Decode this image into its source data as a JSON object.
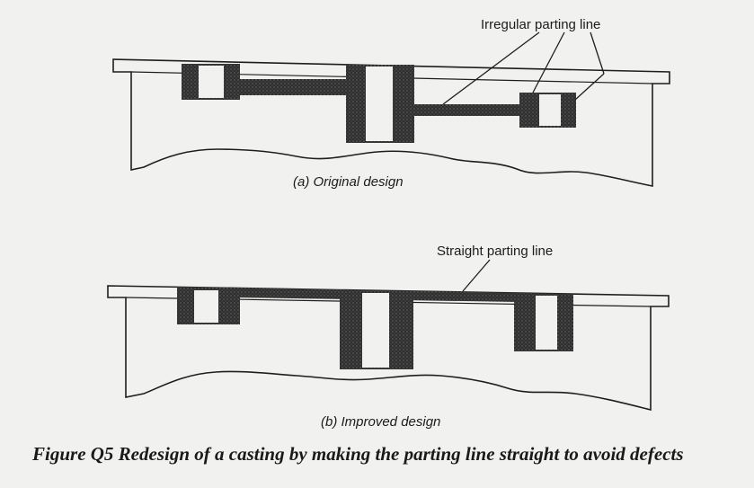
{
  "top_diagram": {
    "callout": "Irregular parting line",
    "caption": "(a) Original design"
  },
  "bottom_diagram": {
    "callout": "Straight parting line",
    "caption": "(b) Improved design"
  },
  "figure_caption": "Figure Q5 Redesign of a casting by making the parting line straight to avoid defects",
  "colors": {
    "ink": "#1e1e1e",
    "section_fill": "#2d2d2d",
    "paper": "#f1f1ef"
  }
}
